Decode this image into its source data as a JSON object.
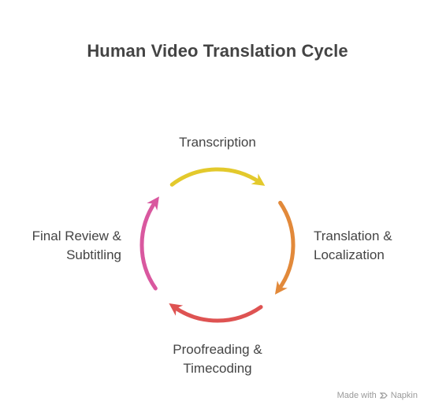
{
  "title": "Human Video Translation Cycle",
  "stages": [
    {
      "lines": [
        "Transcription"
      ],
      "color": "#e3c92c"
    },
    {
      "lines": [
        "Translation &",
        "Localization"
      ],
      "color": "#e2893a"
    },
    {
      "lines": [
        "Proofreading &",
        "Timecoding"
      ],
      "color": "#de5352"
    },
    {
      "lines": [
        "Final Review &",
        "Subtitling"
      ],
      "color": "#d9589f"
    }
  ],
  "watermark": {
    "prefix": "Made with",
    "brand": "Napkin",
    "icon": "napkin-icon"
  }
}
